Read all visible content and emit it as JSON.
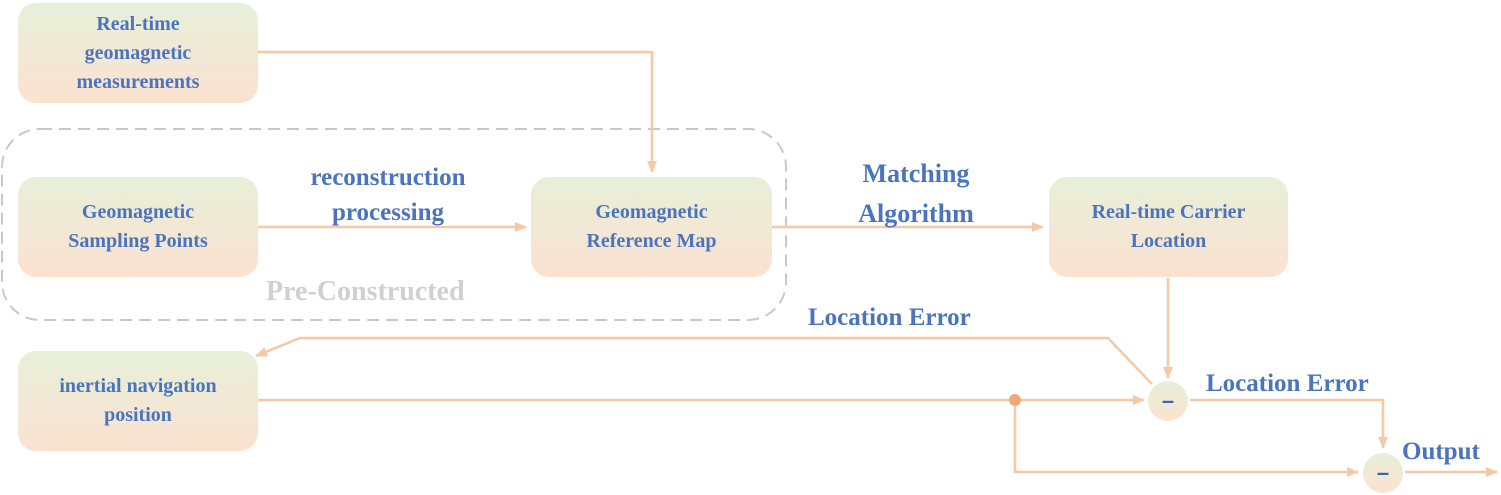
{
  "colors": {
    "arrow": "#f6c8a6",
    "text": "#4a74bd",
    "dashed": "#c8c8c8",
    "junction": "#f0a878"
  },
  "boxes": {
    "realtime_measurements": [
      "Real-time",
      "geomagnetic",
      "measurements"
    ],
    "sampling_points": [
      "Geomagnetic",
      "Sampling Points"
    ],
    "reference_map": [
      "Geomagnetic",
      "Reference Map"
    ],
    "carrier_location": [
      "Real-time Carrier",
      "Location"
    ],
    "inertial_position": [
      "inertial navigation",
      "position"
    ]
  },
  "labels": {
    "reconstruction": [
      "reconstruction",
      "processing"
    ],
    "matching": [
      "Matching",
      "Algorithm"
    ],
    "location_error_top": "Location Error",
    "location_error_right": "Location Error",
    "output": "Output",
    "pre_constructed": "Pre-Constructed"
  },
  "nodes": {
    "minus_1": "–",
    "minus_2": "–"
  }
}
